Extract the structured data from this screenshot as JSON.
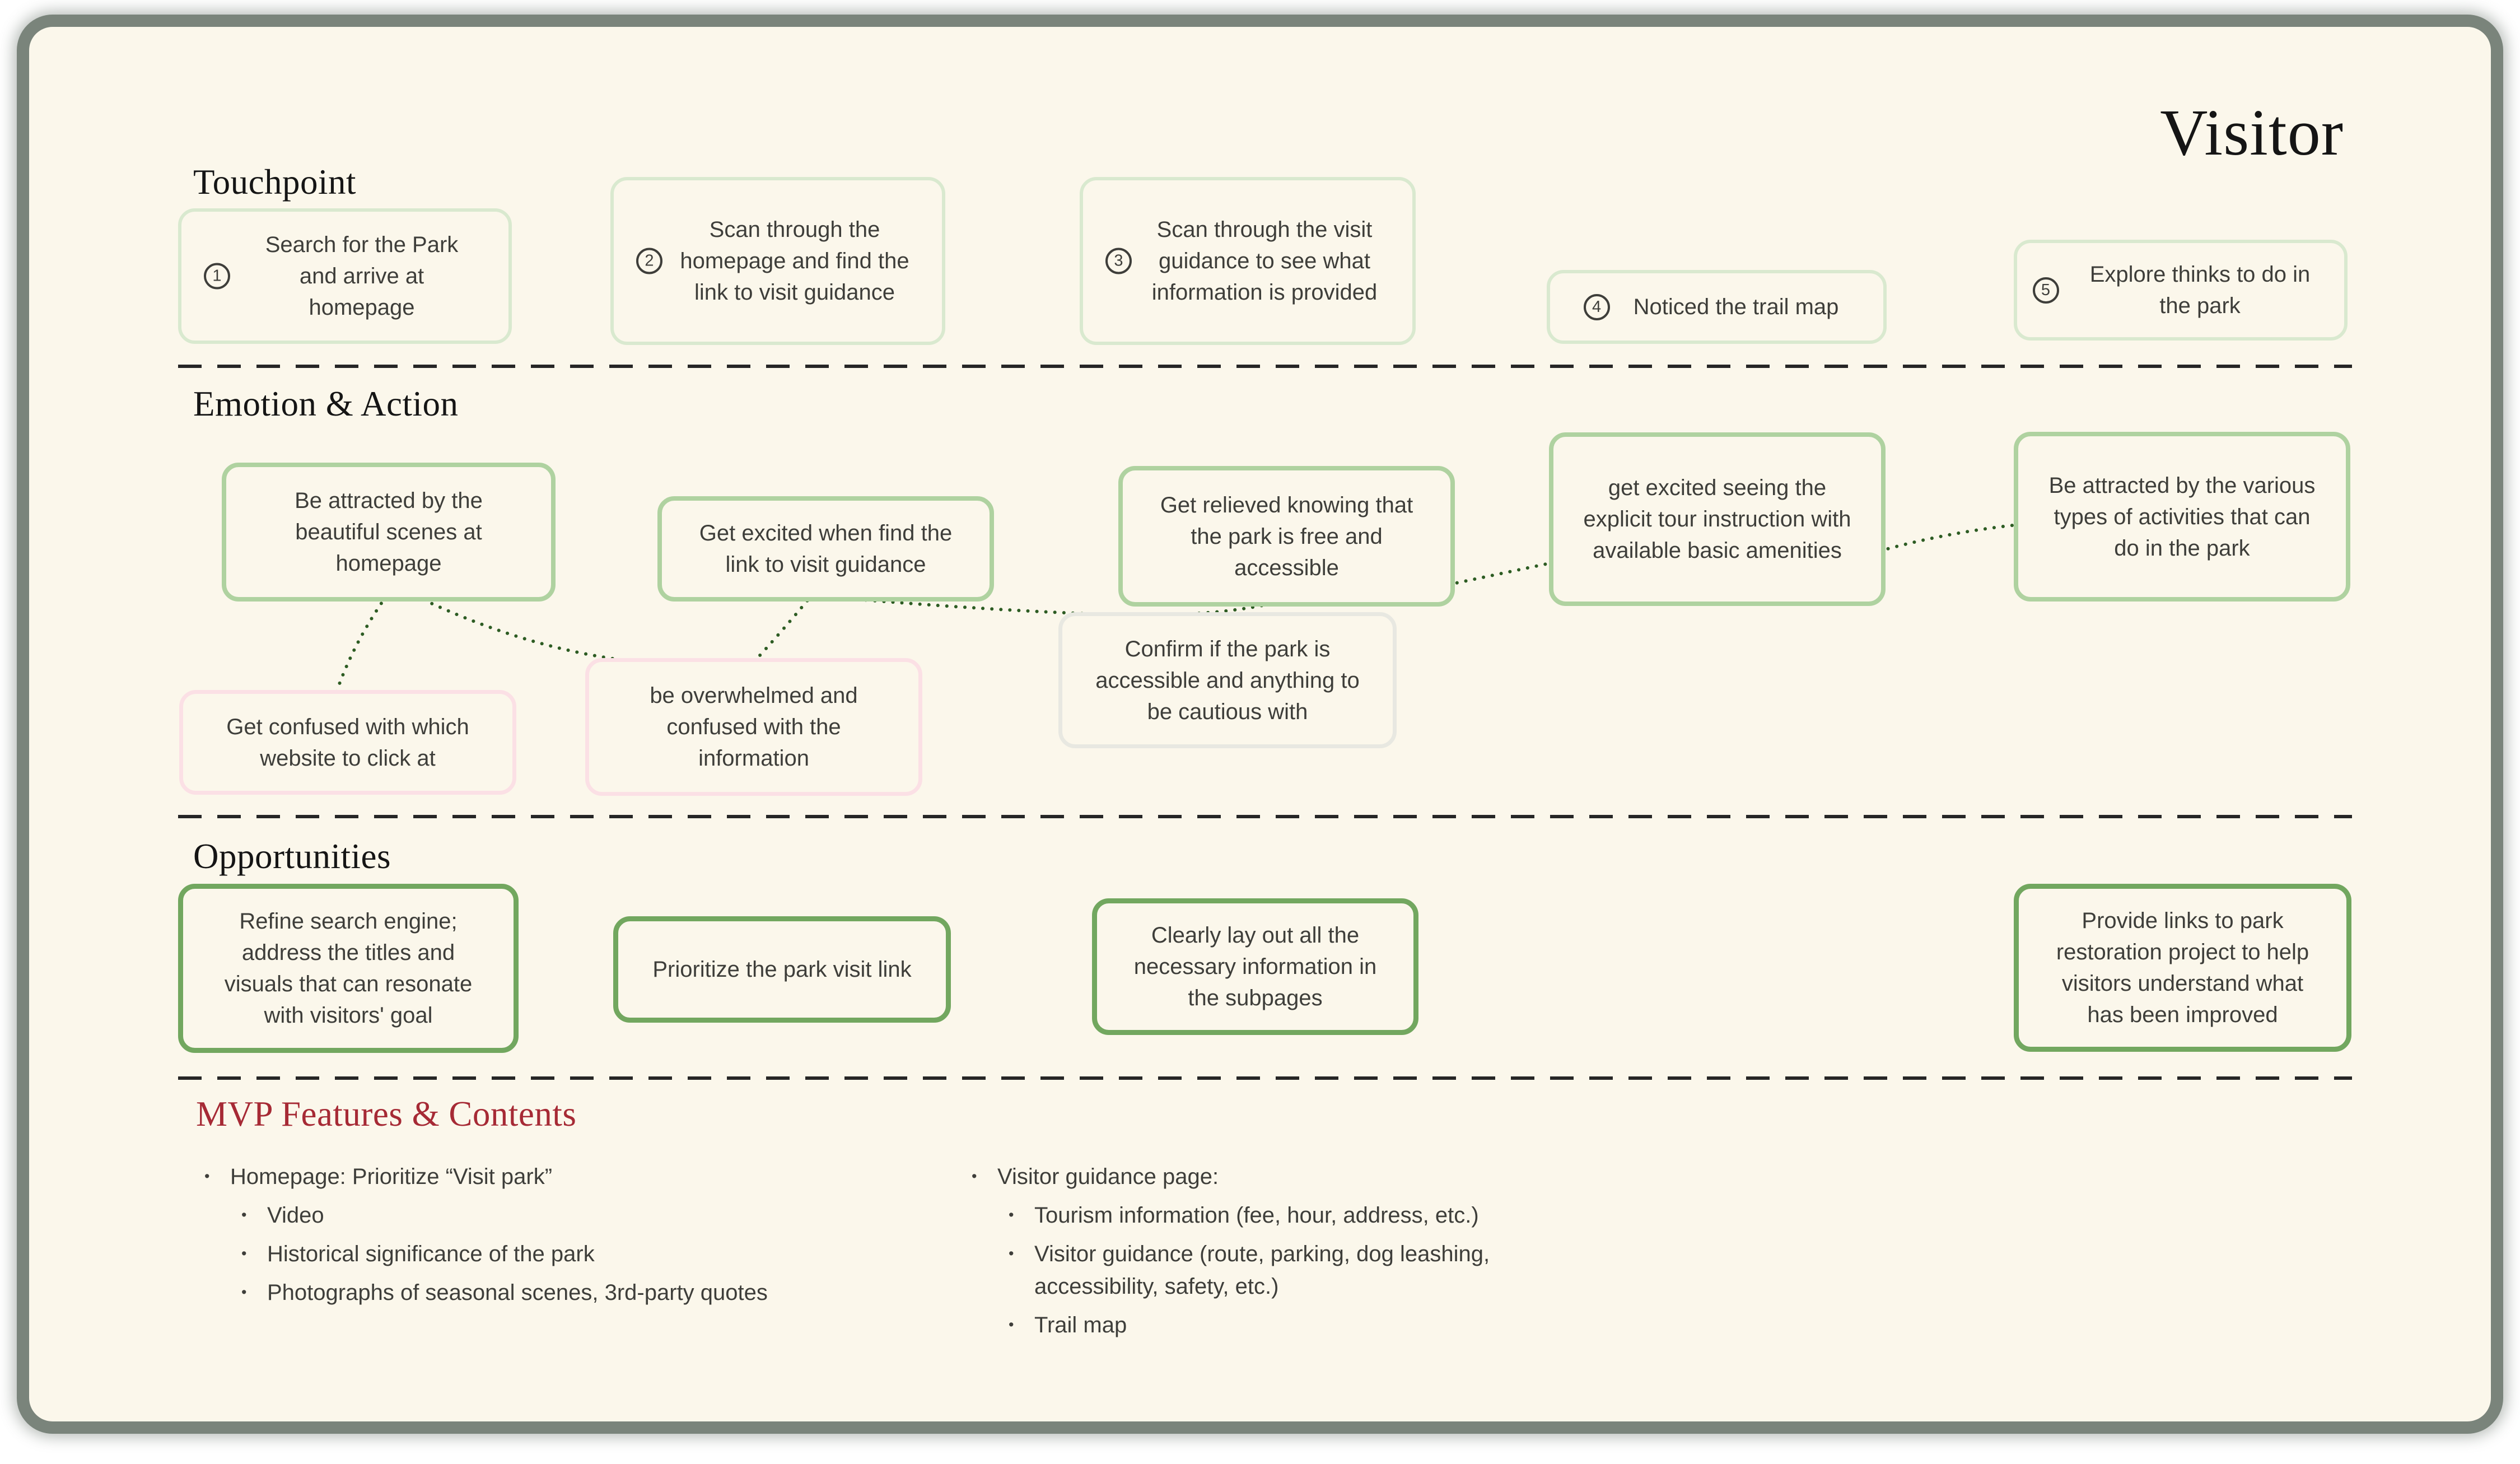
{
  "title": "Visitor",
  "colors": {
    "canvas_bg": "#FBF7EB",
    "frame": "#7A847B",
    "touchpoint_border": "#D9E9CF",
    "emotion_positive_border": "#AFD2A0",
    "emotion_negative_border": "#FBE0E5",
    "emotion_neutral_border": "#E8E8E1",
    "opportunity_border": "#72A75F",
    "connector_dot": "#2D5C23",
    "separator": "#262626",
    "mvp_heading": "#A62A35",
    "text": "#3E3E3A"
  },
  "touchpoint": {
    "heading": "Touchpoint",
    "boxes": [
      {
        "num": "1",
        "text": "Search for the Park and arrive at homepage"
      },
      {
        "num": "2",
        "text": "Scan through the homepage and find the link to visit guidance"
      },
      {
        "num": "3",
        "text": "Scan through the visit guidance to see what information is provided"
      },
      {
        "num": "4",
        "text": "Noticed the trail map"
      },
      {
        "num": "5",
        "text": "Explore thinks to do in the park"
      }
    ]
  },
  "emotion": {
    "heading": "Emotion & Action",
    "positive": [
      "Be attracted by the beautiful scenes at homepage",
      "Get excited when find the link to visit guidance",
      "Get relieved knowing that the park is free and accessible",
      "get excited seeing the explicit tour instruction with available basic amenities",
      "Be attracted by the various types of activities that can do in the park"
    ],
    "negative": [
      "Get confused with which website to click at",
      "be overwhelmed and confused with the information"
    ],
    "neutral": [
      "Confirm if the park is accessible and anything to be cautious with"
    ]
  },
  "opportunities": {
    "heading": "Opportunities",
    "boxes": [
      "Refine search engine; address the titles and visuals that can resonate with visitors' goal",
      "Prioritize the park visit link",
      "Clearly lay out all the necessary information in the subpages",
      "Provide links to park restoration project to help visitors understand what has been improved"
    ]
  },
  "mvp": {
    "heading": "MVP Features & Contents",
    "columns": [
      {
        "label": "Homepage: Prioritize “Visit park”",
        "items": [
          "Video",
          "Historical significance of the park",
          "Photographs of seasonal scenes, 3rd-party quotes"
        ]
      },
      {
        "label": "Visitor guidance page:",
        "items": [
          "Tourism information (fee, hour, address, etc.)",
          "Visitor guidance (route, parking, dog leashing, accessibility, safety, etc.)",
          "Trail map"
        ]
      }
    ]
  }
}
